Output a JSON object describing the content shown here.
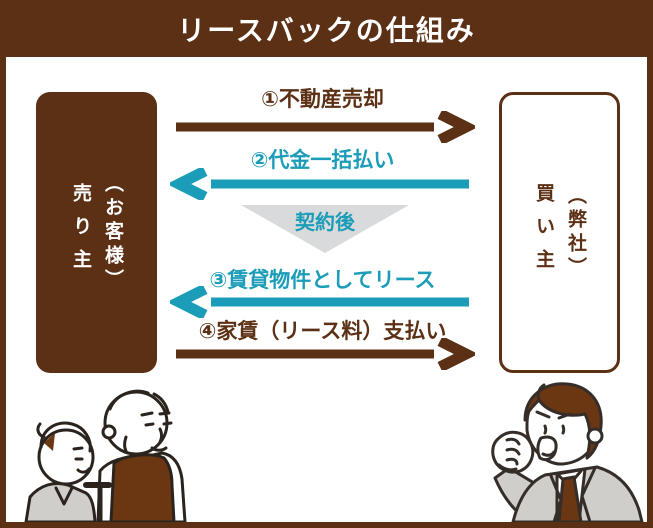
{
  "title": "リースバックの仕組み",
  "colors": {
    "brown": "#5c3015",
    "teal": "#1b9cb8",
    "triangle_gray": "#d9dadb",
    "illustration_brown": "#6b3612",
    "illustration_gray": "#cfcecb"
  },
  "seller_box": {
    "main": "売り主",
    "annotation": "（お客様）"
  },
  "buyer_box": {
    "main": "買い主",
    "annotation": "（弊社）"
  },
  "flows": [
    {
      "label": "①不動産売却",
      "direction": "right",
      "color": "brown"
    },
    {
      "label": "②代金一括払い",
      "direction": "left",
      "color": "teal"
    },
    {
      "label": "③賃貸物件としてリース",
      "direction": "left",
      "color": "teal"
    },
    {
      "label": "④家賃（リース料）支払い",
      "direction": "right",
      "color": "brown"
    }
  ],
  "contract_banner": {
    "label": "契約後"
  },
  "illustrations": {
    "left": "elderly-couple",
    "right": "businessman-cheering"
  }
}
